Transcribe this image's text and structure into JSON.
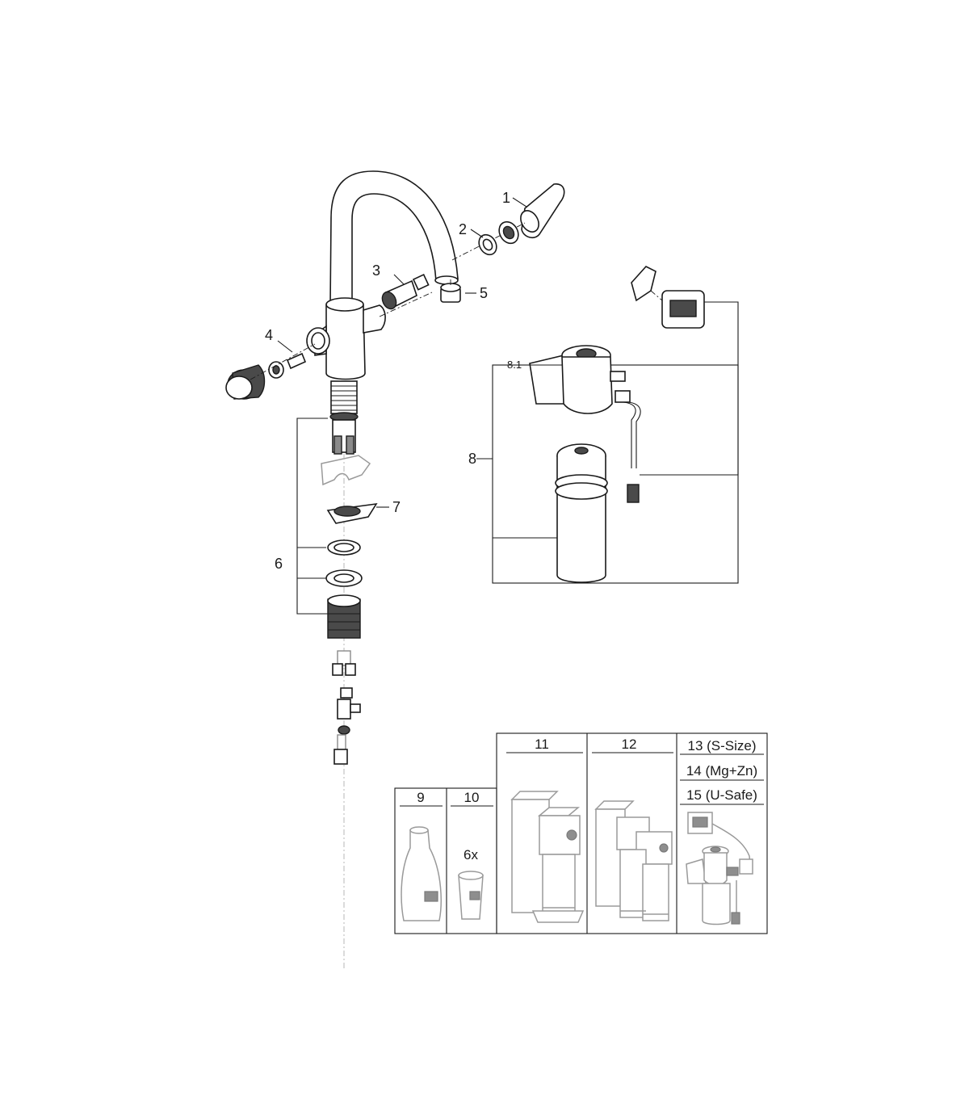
{
  "callouts": {
    "c1": "1",
    "c2": "2",
    "c3": "3",
    "c4": "4",
    "c5": "5",
    "c6": "6",
    "c7": "7",
    "c8": "8",
    "c8_1": "8.1"
  },
  "accessories": {
    "col9": "9",
    "col10": "10",
    "col10_qty": "6x",
    "col11": "11",
    "col12": "12",
    "col13": "13 (S-Size)",
    "col14": "14 (Mg+Zn)",
    "col15": "15 (U-Safe)"
  },
  "colors": {
    "line": "#1a1a1a",
    "dark_part": "#4a4a4a",
    "ghost_part": "#9a9a9a",
    "background": "#ffffff"
  }
}
